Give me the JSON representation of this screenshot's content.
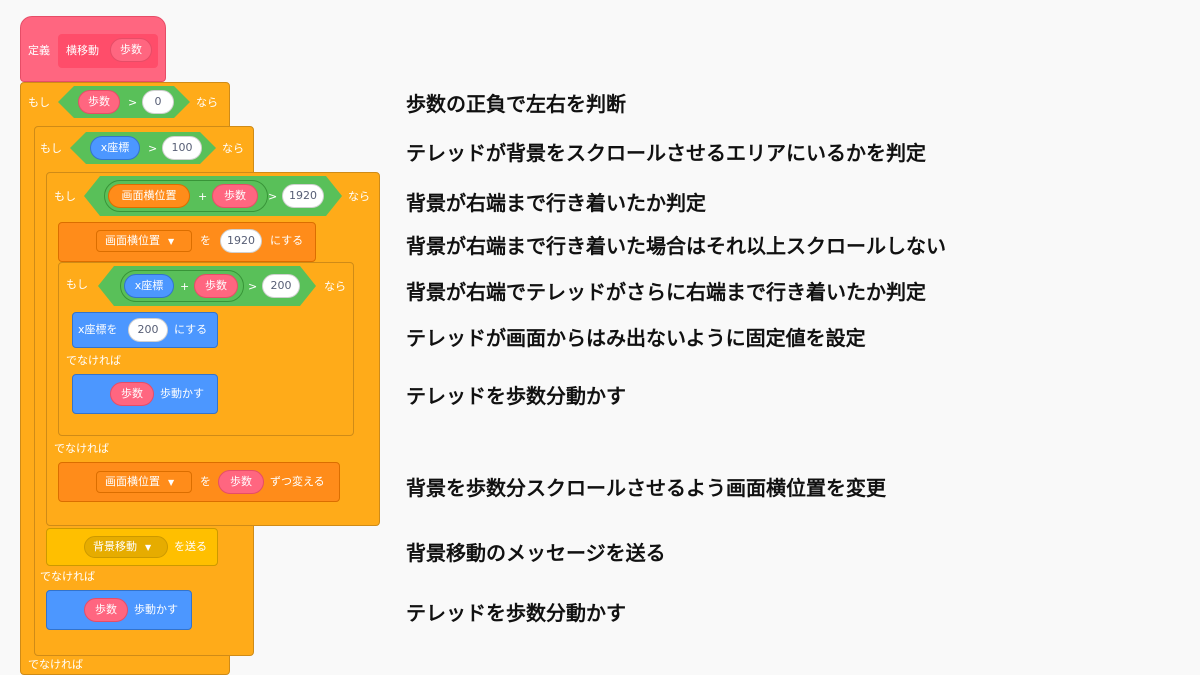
{
  "define": {
    "keyword": "定義",
    "name": "横移動",
    "param": "歩数"
  },
  "if1": {
    "if": "もし",
    "param": "歩数",
    "op": ">",
    "value": "0",
    "then": "なら",
    "else": "でなければ"
  },
  "if2": {
    "if": "もし",
    "var": "x座標",
    "op": ">",
    "value": "100",
    "then": "なら",
    "else": "でなければ"
  },
  "if3": {
    "if": "もし",
    "var": "画面横位置",
    "plus": "+",
    "param": "歩数",
    "op": ">",
    "value": "1920",
    "then": "なら",
    "else": "でなければ"
  },
  "set1": {
    "var": "画面横位置",
    "to": "を",
    "value": "1920",
    "action": "にする"
  },
  "if4": {
    "if": "もし",
    "var": "x座標",
    "plus": "+",
    "param": "歩数",
    "op": ">",
    "value": "200",
    "then": "なら",
    "else": "でなければ"
  },
  "setx": {
    "label": "x座標を",
    "value": "200",
    "action": "にする"
  },
  "move1": {
    "param": "歩数",
    "action": "歩動かす"
  },
  "change1": {
    "var": "画面横位置",
    "to": "を",
    "param": "歩数",
    "action": "ずつ変える"
  },
  "broadcast": {
    "message": "背景移動",
    "action": "を送る"
  },
  "move2": {
    "param": "歩数",
    "action": "歩動かす"
  },
  "notes": [
    "歩数の正負で左右を判断",
    "テレッドが背景をスクロールさせるエリアにいるかを判定",
    "背景が右端まで行き着いたか判定",
    "背景が右端まで行き着いた場合はそれ以上スクロールしない",
    "背景が右端でテレッドがさらに右端まで行き着いたか判定",
    "テレッドが画面からはみ出ないように固定値を設定",
    "テレッドを歩数分動かす",
    "背景を歩数分スクロールさせるよう画面横位置を変更",
    "背景移動のメッセージを送る",
    "テレッドを歩数分動かす"
  ],
  "colors": {
    "control": "#ffab19",
    "define": "#ff6680",
    "operator": "#59c059",
    "variable": "#ff8c1a",
    "motion": "#4c97ff",
    "event": "#ffbf00"
  }
}
